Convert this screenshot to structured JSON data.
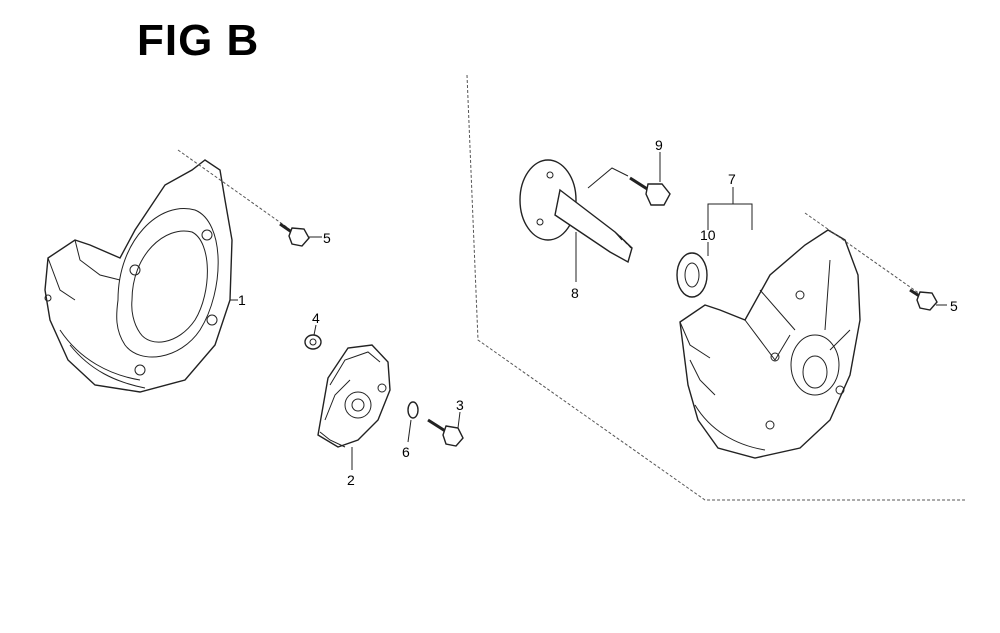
{
  "figure": {
    "title": "FIG B"
  },
  "callouts": {
    "c1": "1",
    "c2": "2",
    "c3": "3",
    "c4": "4",
    "c5a": "5",
    "c5b": "5",
    "c6": "6",
    "c7": "7",
    "c8": "8",
    "c9": "9",
    "c10": "10"
  }
}
